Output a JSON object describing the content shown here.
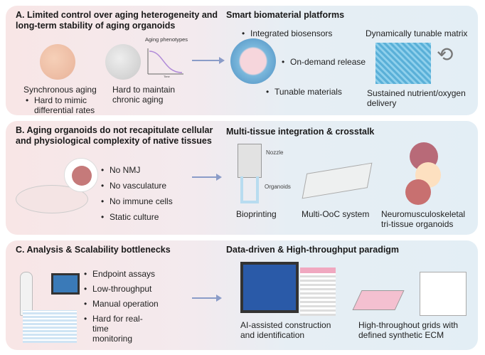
{
  "panel_a": {
    "title": "A. Limited control over aging heterogeneity and long-term stability of aging organoids",
    "sync_label": "Synchronous aging",
    "sync_bullets": [
      "Hard to mimic differential rates"
    ],
    "chronic_label": "Hard to maintain chronic aging",
    "plot_title": "Aging phenotypes",
    "plot_xlabel": "Time",
    "solution_title": "Smart biomaterial platforms",
    "features": [
      "Integrated biosensors",
      "On-demand release",
      "Tunable materials"
    ],
    "matrix_label": "Dynamically tunable matrix",
    "delivery_label": "Sustained nutrient/oxygen delivery"
  },
  "panel_b": {
    "title": "B. Aging organoids do not recapitulate cellular and physiological complexity of native tissues",
    "bullets": [
      "No NMJ",
      "No vasculature",
      "No immune cells",
      "Static culture"
    ],
    "solution_title": "Multi-tissue integration & crosstalk",
    "nozzle_label": "Nozzle",
    "organoids_label": "Organoids",
    "bioprinting_label": "Bioprinting",
    "ooc_label": "Multi-OoC system",
    "tri_label": "Neuromusculoskeletal tri-tissue organoids"
  },
  "panel_c": {
    "title": "C. Analysis & Scalability bottlenecks",
    "bullets": [
      "Endpoint assays",
      "Low-throughput",
      "Manual operation",
      "Hard for real-time monitoring"
    ],
    "solution_title": "Data-driven & High-throughput paradigm",
    "ai_label": "AI-assisted construction and identification",
    "grid_label": "High-throughout grids with defined synthetic ECM"
  }
}
